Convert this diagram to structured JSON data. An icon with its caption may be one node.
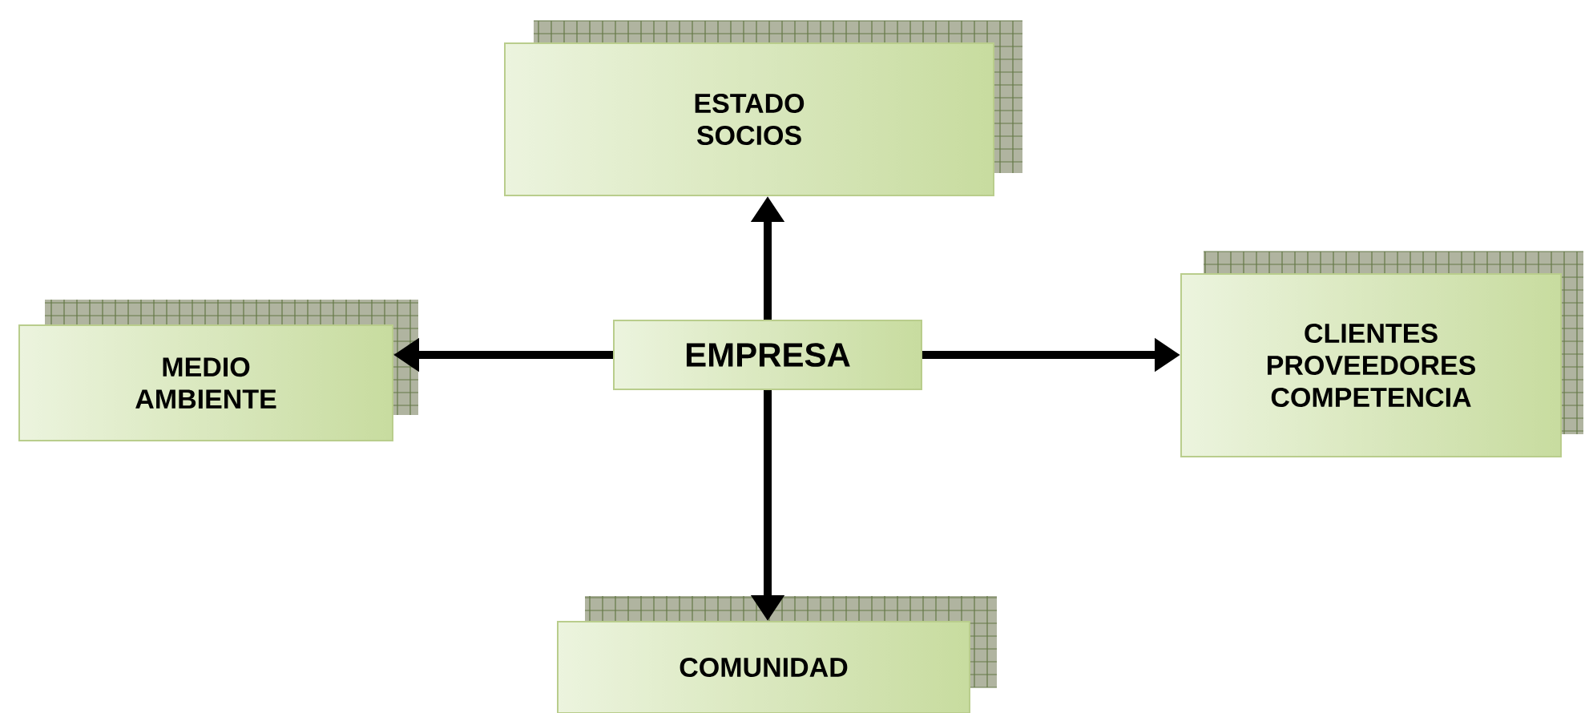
{
  "diagram": {
    "nodes": [
      {
        "text": [
          "EMPRESA"
        ]
      },
      {
        "text": [
          "ESTADO SOCIOS"
        ]
      },
      {
        "text": [
          "MEDIO AMBIENTE"
        ]
      },
      {
        "text": [
          "CLIENTES PROVEEDORES COMPETENCIA"
        ]
      },
      {
        "text": [
          "COMUNIDAD"
        ]
      }
    ],
    "edges": [
      {
        "from": 0,
        "to": 1,
        "arrow": "to"
      },
      {
        "from": 0,
        "to": 2,
        "arrow": "to"
      },
      {
        "from": 0,
        "to": 3,
        "arrow": "to"
      },
      {
        "from": 0,
        "to": 4,
        "arrow": "to"
      }
    ]
  }
}
